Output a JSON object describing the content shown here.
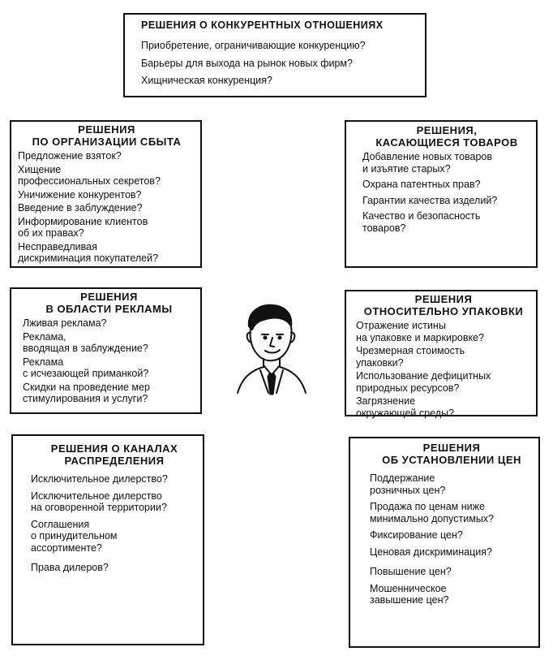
{
  "competitive": {
    "title": "РЕШЕНИЯ О КОНКУРЕНТНЫХ ОТНОШЕНИЯХ",
    "items": [
      "Приобретение, ограничивающие конкуренцию?",
      "Барьеры для выхода на рынок новых фирм?",
      "Хищническая конкуренция?"
    ]
  },
  "sales": {
    "title": "РЕШЕНИЯ\nПО ОРГАНИЗАЦИИ СБЫТА",
    "items": [
      "Предложение взяток?",
      "Хищение\nпрофессиональных секретов?",
      "Уничижение конкурентов?",
      "Введение в заблуждение?",
      "Информирование клиентов\nоб их правах?",
      "Несправедливая\nдискриминация покупателей?"
    ]
  },
  "products": {
    "title": "РЕШЕНИЯ,\nКАСАЮЩИЕСЯ ТОВАРОВ",
    "items": [
      "Добавление новых товаров\nи изъятие старых?",
      "Охрана патентных прав?",
      "Гарантии качества изделий?",
      "Качество и безопасность\nтоваров?"
    ]
  },
  "advertising": {
    "title": "РЕШЕНИЯ\nВ ОБЛАСТИ РЕКЛАМЫ",
    "items": [
      "Лживая реклама?",
      "Реклама,\nвводящая в заблуждение?",
      "Реклама\nс исчезающей приманкой?",
      "Скидки на проведение мер\nстимулирования и услуги?"
    ]
  },
  "packaging": {
    "title": "РЕШЕНИЯ\nОТНОСИТЕЛЬНО УПАКОВКИ",
    "items": [
      "Отражение истины\nна упаковке и маркировке?",
      "Чрезмерная стоимость\nупаковки?",
      "Использование дефицитных\nприродных ресурсов?",
      "Загрязнение\nокружающей среды?"
    ]
  },
  "channels": {
    "title": "РЕШЕНИЯ О КАНАЛАХ\nРАСПРЕДЕЛЕНИЯ",
    "items": [
      "Исключительное дилерство?",
      "Исключительное дилерство\nна оговоренной территории?",
      "Соглашения\nо принудительном\nассортименте?",
      "Права дилеров?"
    ]
  },
  "pricing": {
    "title": "РЕШЕНИЯ\nОБ УСТАНОВЛЕНИИ ЦЕН",
    "items": [
      "Поддержание\nрозничных цен?",
      "Продажа по ценам ниже\nминимально допустимых?",
      "Фиксирование цен?",
      "Ценовая дискриминация?",
      "Повышение цен?",
      "Мошенническое\nзавышение цен?"
    ]
  }
}
